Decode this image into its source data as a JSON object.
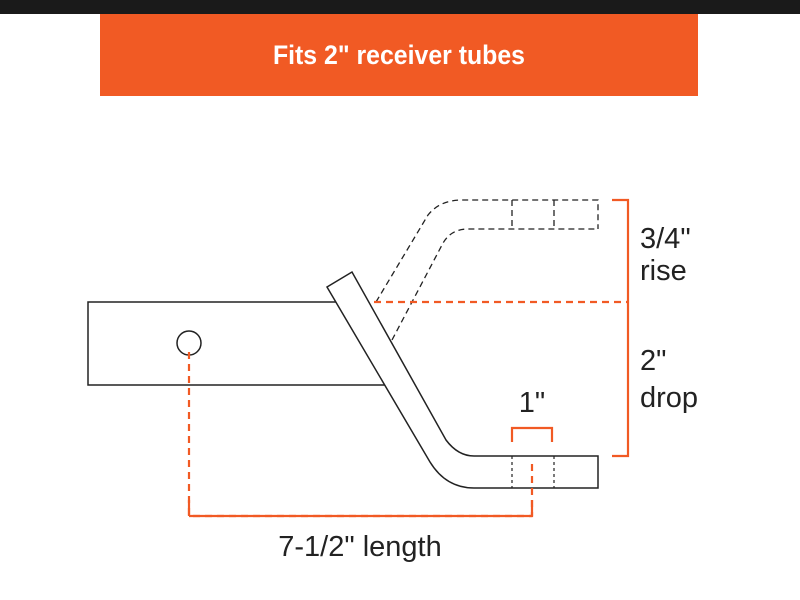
{
  "banner": {
    "title": "Fits 2\" receiver tubes"
  },
  "labels": {
    "rise_value": "3/4\"",
    "rise_word": "rise",
    "drop_value": "2\"",
    "drop_word": "drop",
    "hole_width": "1\"",
    "length": "7-1/2\" length"
  },
  "colors": {
    "accent": "#f15a24",
    "line": "#222222",
    "topbar": "#1a1a1a"
  }
}
